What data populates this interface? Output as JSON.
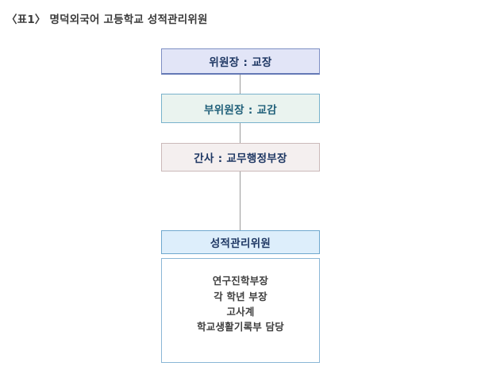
{
  "document": {
    "title": "〈표1〉 명덕외국어 고등학교 성적관리위원"
  },
  "chart_data": {
    "type": "diagram",
    "title": "〈표1〉 명덕외국어 고등학교 성적관리위원",
    "layout": "vertical-hierarchy",
    "nodes": [
      {
        "id": "chair",
        "label": "위원장 : 교장",
        "fill": "#e2e5f7",
        "border": "#7e8fc4",
        "text_color": "#1f3864",
        "level": 1
      },
      {
        "id": "vice-chair",
        "label": "부위원장 : 교감",
        "fill": "#eaf3ef",
        "border": "#79b2cc",
        "text_color": "#1f5f79",
        "level": 2
      },
      {
        "id": "secretary",
        "label": "간사 : 교무행정부장",
        "fill": "#f4efef",
        "border": "#cbb9b9",
        "text_color": "#1f3864",
        "level": 3
      },
      {
        "id": "committee",
        "label": "성적관리위원",
        "fill": "#ddeefb",
        "border": "#6fa8ce",
        "text_color": "#1f3864",
        "level": 4
      }
    ],
    "members_box": {
      "id": "members",
      "fill": "#ffffff",
      "border": "#8ab6d6",
      "text_color": "#3f3f3f",
      "members": [
        "연구진학부장",
        "각 학년 부장",
        "고사계",
        "학교생활기록부 담당"
      ]
    },
    "connectors": [
      {
        "from": "chair",
        "to": "vice-chair",
        "style": "vertical-line",
        "color": "#9a9a9a"
      },
      {
        "from": "vice-chair",
        "to": "secretary",
        "style": "vertical-line",
        "color": "#9a9a9a"
      },
      {
        "from": "secretary",
        "to": "committee",
        "style": "vertical-line",
        "color": "#9a9a9a"
      }
    ]
  }
}
